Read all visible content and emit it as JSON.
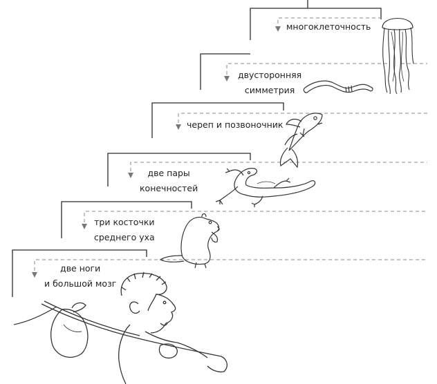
{
  "traits": [
    {
      "id": "multicellular",
      "lines": [
        "многоклеточность"
      ],
      "icon": "jellyfish-icon"
    },
    {
      "id": "bilateral",
      "lines": [
        "двусторонняя",
        "симметрия"
      ],
      "icon": "worm-icon"
    },
    {
      "id": "skull",
      "lines": [
        "череп и позвоночник"
      ],
      "icon": "fish-icon"
    },
    {
      "id": "limbs",
      "lines": [
        "две пары",
        "конечностей"
      ],
      "icon": "lizard-icon"
    },
    {
      "id": "ear",
      "lines": [
        "три косточки",
        "среднего уха"
      ],
      "icon": "beaver-icon"
    },
    {
      "id": "brain",
      "lines": [
        "две ноги",
        "и большой мозг"
      ],
      "icon": "human-traveler-icon"
    }
  ],
  "colors": {
    "line": "#2a2a2a",
    "dashed": "#8a8a8a",
    "arrow": "#777777",
    "text": "#222222"
  }
}
